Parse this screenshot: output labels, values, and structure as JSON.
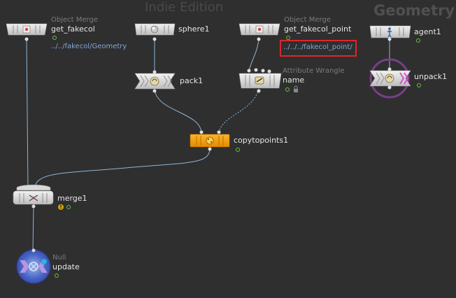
{
  "watermarks": {
    "edition": "Indie Edition",
    "context": "Geometry"
  },
  "nodes": {
    "get_fakecol": {
      "type_label": "Object Merge",
      "name": "get_fakecol",
      "param": "../../fakecol/Geometry",
      "icon": "object-merge-icon"
    },
    "sphere1": {
      "type_label": "",
      "name": "sphere1",
      "icon": "sphere-icon"
    },
    "get_fakecol_point": {
      "type_label": "Object Merge",
      "name": "get_fakecol_point",
      "param": "../../../fakecol_point/",
      "icon": "object-merge-icon"
    },
    "agent1": {
      "type_label": "",
      "name": "agent1",
      "icon": "agent-icon"
    },
    "pack1": {
      "type_label": "",
      "name": "pack1",
      "icon": "pack-icon"
    },
    "name": {
      "type_label": "Attribute Wrangle",
      "name": "name",
      "icon": "wrangle-icon"
    },
    "unpack1": {
      "type_label": "",
      "name": "unpack1",
      "icon": "unpack-icon"
    },
    "copytopoints1": {
      "type_label": "",
      "name": "copytopoints1",
      "icon": "copy-to-points-icon"
    },
    "merge1": {
      "type_label": "",
      "name": "merge1",
      "icon": "merge-icon"
    },
    "update": {
      "type_label": "Null",
      "name": "update",
      "icon": "null-icon"
    }
  },
  "colors": {
    "background": "#2f2f2f",
    "wire": "#8fb6d8",
    "copy_node": "#f5a10a",
    "selection_ring": "#7a3e86",
    "display_flag": "#61c53d",
    "warning_badge": "#d9a106",
    "highlight": "#e0252b",
    "param_link": "#7fa8d8"
  }
}
